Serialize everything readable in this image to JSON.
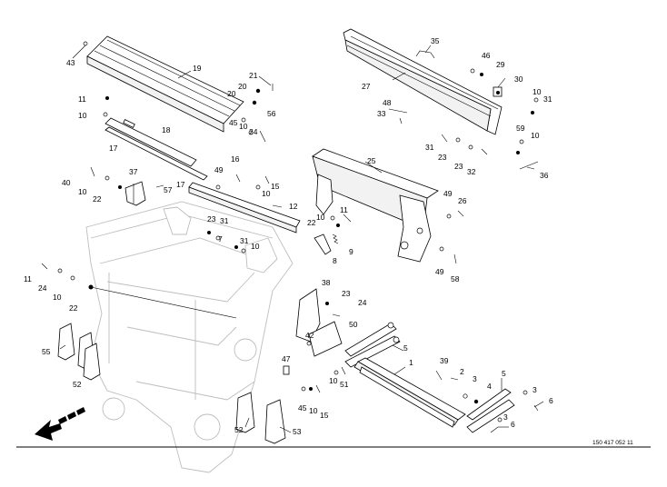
{
  "drawing": {
    "reference_number": "150 417 052 11",
    "colors": {
      "line": "#000000",
      "ghost_frame": "#bdbdbd",
      "background": "#ffffff"
    },
    "direction_arrow_icon": "travel-direction-arrow-icon"
  },
  "callouts": [
    {
      "id": "c43a",
      "label": "43"
    },
    {
      "id": "c19",
      "label": "19"
    },
    {
      "id": "c21",
      "label": "21"
    },
    {
      "id": "c20a",
      "label": "20"
    },
    {
      "id": "c20b",
      "label": "20"
    },
    {
      "id": "c56",
      "label": "56"
    },
    {
      "id": "c11a",
      "label": "11"
    },
    {
      "id": "c10a",
      "label": "10"
    },
    {
      "id": "c18",
      "label": "18"
    },
    {
      "id": "c17a",
      "label": "17"
    },
    {
      "id": "c45a",
      "label": "45"
    },
    {
      "id": "c10b",
      "label": "10"
    },
    {
      "id": "c24a",
      "label": "24"
    },
    {
      "id": "c35",
      "label": "35"
    },
    {
      "id": "c46",
      "label": "46"
    },
    {
      "id": "c29",
      "label": "29"
    },
    {
      "id": "c30",
      "label": "30"
    },
    {
      "id": "c27",
      "label": "27"
    },
    {
      "id": "c48",
      "label": "48"
    },
    {
      "id": "c33",
      "label": "33"
    },
    {
      "id": "c10c",
      "label": "10"
    },
    {
      "id": "c31a",
      "label": "31"
    },
    {
      "id": "c59",
      "label": "59"
    },
    {
      "id": "c10d",
      "label": "10"
    },
    {
      "id": "c31b",
      "label": "31"
    },
    {
      "id": "c23a",
      "label": "23"
    },
    {
      "id": "c23b",
      "label": "23"
    },
    {
      "id": "c32",
      "label": "32"
    },
    {
      "id": "c36",
      "label": "36"
    },
    {
      "id": "c25",
      "label": "25"
    },
    {
      "id": "c40",
      "label": "40"
    },
    {
      "id": "c10e",
      "label": "10"
    },
    {
      "id": "c22a",
      "label": "22"
    },
    {
      "id": "c37",
      "label": "37"
    },
    {
      "id": "c57",
      "label": "57"
    },
    {
      "id": "c17b",
      "label": "17"
    },
    {
      "id": "c49a",
      "label": "49"
    },
    {
      "id": "c16",
      "label": "16"
    },
    {
      "id": "c15a",
      "label": "15"
    },
    {
      "id": "c10f",
      "label": "10"
    },
    {
      "id": "c12",
      "label": "12"
    },
    {
      "id": "c23c",
      "label": "23"
    },
    {
      "id": "c31c",
      "label": "31"
    },
    {
      "id": "c7",
      "label": "7"
    },
    {
      "id": "c31d",
      "label": "31"
    },
    {
      "id": "c10g",
      "label": "10"
    },
    {
      "id": "c11b",
      "label": "11"
    },
    {
      "id": "c10h",
      "label": "10"
    },
    {
      "id": "c22b",
      "label": "22"
    },
    {
      "id": "c9",
      "label": "9"
    },
    {
      "id": "c8",
      "label": "8"
    },
    {
      "id": "c49b",
      "label": "49"
    },
    {
      "id": "c26",
      "label": "26"
    },
    {
      "id": "c49c",
      "label": "49"
    },
    {
      "id": "c58",
      "label": "58"
    },
    {
      "id": "c11c",
      "label": "11"
    },
    {
      "id": "c24b",
      "label": "24"
    },
    {
      "id": "c10i",
      "label": "10"
    },
    {
      "id": "c22c",
      "label": "22"
    },
    {
      "id": "c38",
      "label": "38"
    },
    {
      "id": "c23d",
      "label": "23"
    },
    {
      "id": "c24c",
      "label": "24"
    },
    {
      "id": "c50",
      "label": "50"
    },
    {
      "id": "c42",
      "label": "42"
    },
    {
      "id": "c55",
      "label": "55"
    },
    {
      "id": "c5a",
      "label": "5"
    },
    {
      "id": "c47",
      "label": "47"
    },
    {
      "id": "c39",
      "label": "39"
    },
    {
      "id": "c1",
      "label": "1"
    },
    {
      "id": "c10j",
      "label": "10"
    },
    {
      "id": "c51",
      "label": "51"
    },
    {
      "id": "c2",
      "label": "2"
    },
    {
      "id": "c3a",
      "label": "3"
    },
    {
      "id": "c4",
      "label": "4"
    },
    {
      "id": "c5b",
      "label": "5"
    },
    {
      "id": "c3b",
      "label": "3"
    },
    {
      "id": "c6a",
      "label": "6"
    },
    {
      "id": "c52a",
      "label": "52"
    },
    {
      "id": "c45b",
      "label": "45"
    },
    {
      "id": "c10k",
      "label": "10"
    },
    {
      "id": "c15b",
      "label": "15"
    },
    {
      "id": "c52b",
      "label": "52"
    },
    {
      "id": "c53",
      "label": "53"
    },
    {
      "id": "c3c",
      "label": "3"
    },
    {
      "id": "c6b",
      "label": "6"
    }
  ]
}
